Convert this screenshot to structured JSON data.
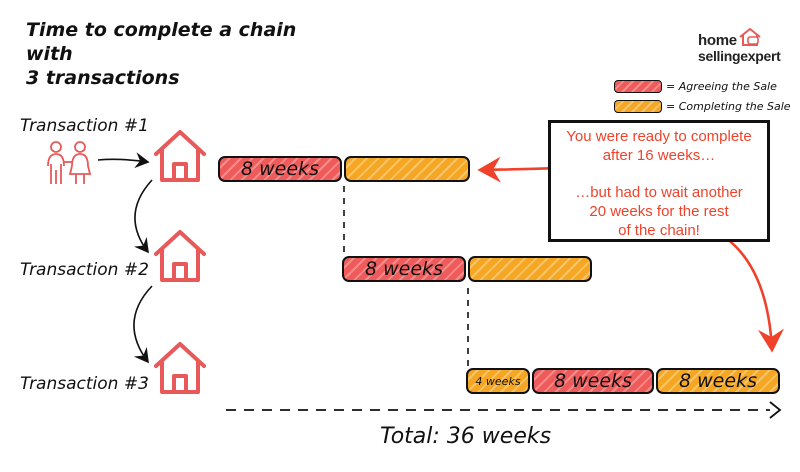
{
  "title": {
    "line1": "Time to complete a chain with",
    "line2": "3 transactions"
  },
  "logo": {
    "line1": "home",
    "line2": "sellingexpert"
  },
  "legend": [
    {
      "label": "= Agreeing the Sale",
      "color": "#ef5b5b"
    },
    {
      "label": "= Completing the Sale",
      "color": "#f5a623"
    }
  ],
  "transactions": [
    {
      "label": "Transaction #1"
    },
    {
      "label": "Transaction #2"
    },
    {
      "label": "Transaction #3"
    }
  ],
  "bars": {
    "t1_agree": "8 weeks",
    "t2_agree": "8 weeks",
    "t3_complete_short": "4 weeks",
    "t3_agree": "8 weeks",
    "t3_complete": "8 weeks"
  },
  "callout": {
    "line1": "You were ready to complete",
    "line2": "after 16 weeks…",
    "line3": "…but had to wait another",
    "line4": "20 weeks for the rest",
    "line5": "of the chain!"
  },
  "total": "Total: 36 weeks",
  "colors": {
    "red": "#ef5b5b",
    "orange": "#f5a623",
    "accent": "#f0422b",
    "icon": "#e85a5a"
  },
  "icons": {
    "people": "couple-icon",
    "house": "house-icon"
  }
}
